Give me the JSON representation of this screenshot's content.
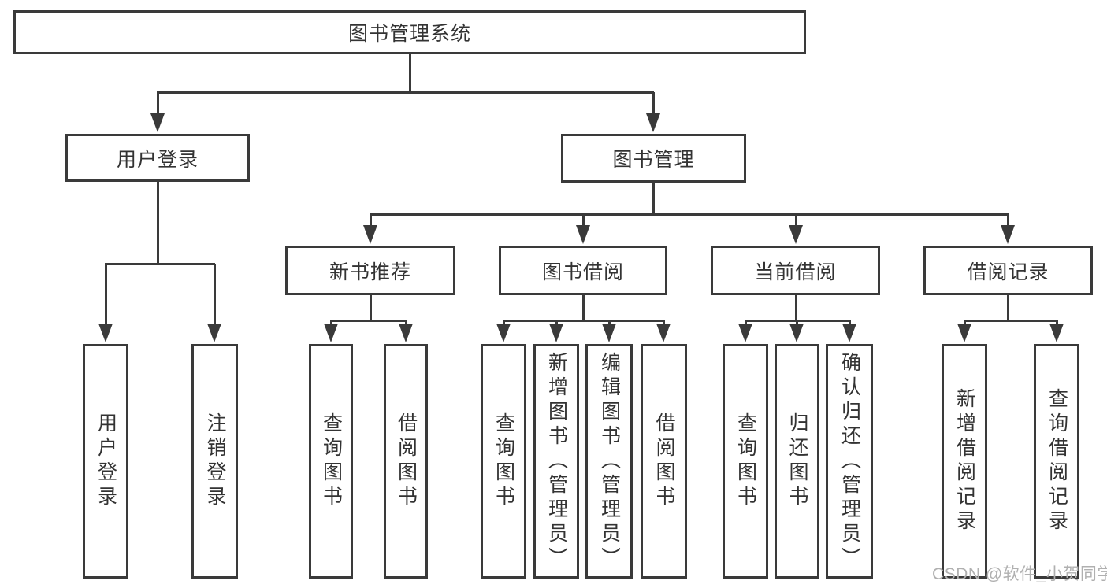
{
  "diagram": {
    "title": "图书管理系统",
    "colors": {
      "line": "#3a3a3a",
      "text": "#333333",
      "background": "#ffffff",
      "watermark": "#b0b0b0"
    },
    "nodes": {
      "root": "图书管理系统",
      "user_login": "用户登录",
      "book_management": "图书管理",
      "new_book_recommend": "新书推荐",
      "book_borrowing": "图书借阅",
      "current_borrowing": "当前借阅",
      "borrowing_records": "借阅记录",
      "leaf_user_login": "用户登录",
      "leaf_logout": "注销登录",
      "leaf_query_books_1": "查询图书",
      "leaf_borrow_books_1": "借阅图书",
      "leaf_query_books_2": "查询图书",
      "leaf_add_books_admin": "新增图书（管理员）",
      "leaf_edit_books_admin": "编辑图书（管理员）",
      "leaf_borrow_books_2": "借阅图书",
      "leaf_query_books_3": "查询图书",
      "leaf_return_books": "归还图书",
      "leaf_confirm_return_admin": "确认归还（管理员）",
      "leaf_add_borrow_record": "新增借阅记录",
      "leaf_query_borrow_record": "查询借阅记录"
    },
    "watermark": "CSDN @软件_小贺同学"
  }
}
